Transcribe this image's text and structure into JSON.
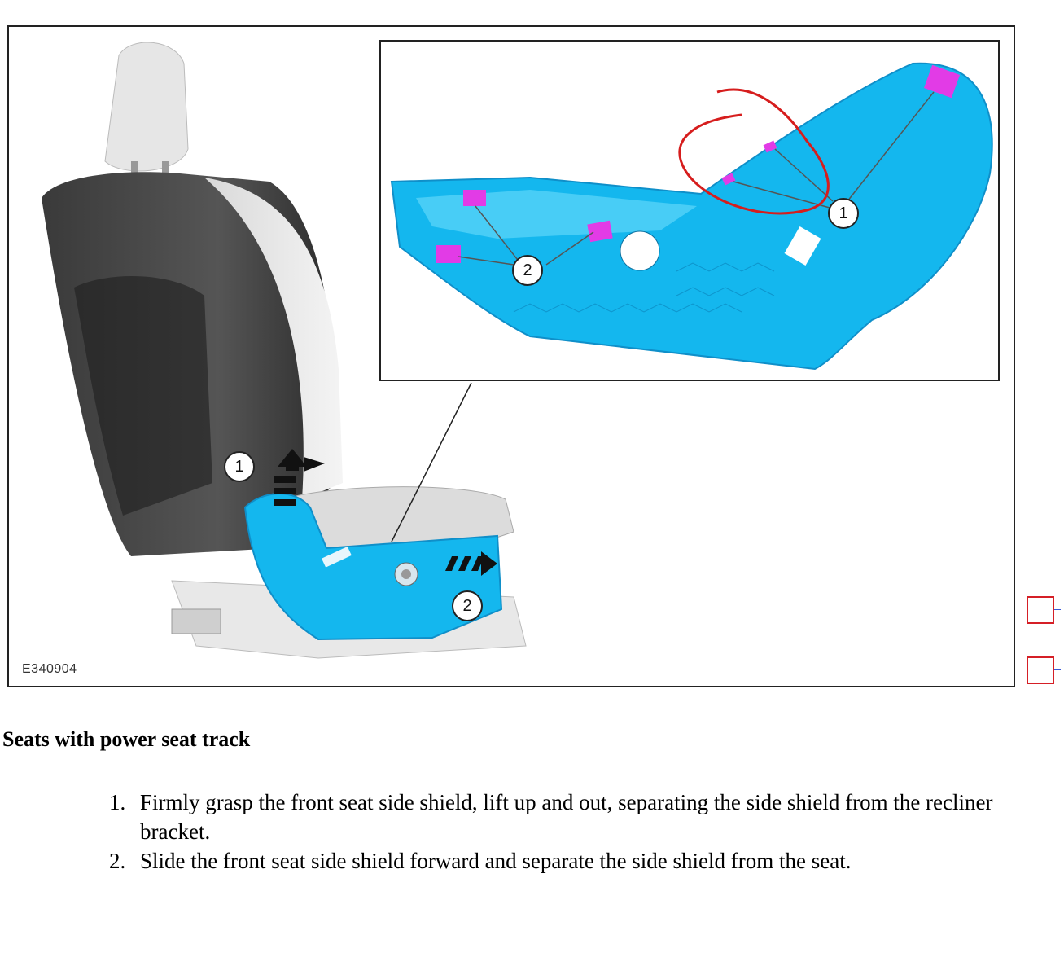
{
  "figure": {
    "id_label": "E340904",
    "main_callouts": [
      "1",
      "2"
    ],
    "inset_callouts": [
      "1",
      "2"
    ],
    "colors": {
      "shield": "#14b7ee",
      "shield_dark": "#0f8fc9",
      "clips": "#e23be6",
      "annotation": "#d61d1d"
    }
  },
  "markers": [
    "checkbox-marker",
    "checkbox-marker"
  ],
  "section": {
    "title": "Seats with power seat track"
  },
  "steps": [
    {
      "num": "1.",
      "text": "Firmly grasp the front seat side shield, lift up and out, separating the side shield from the recliner bracket."
    },
    {
      "num": "2.",
      "text": "Slide the front seat side shield forward and separate the side shield from the seat."
    }
  ]
}
